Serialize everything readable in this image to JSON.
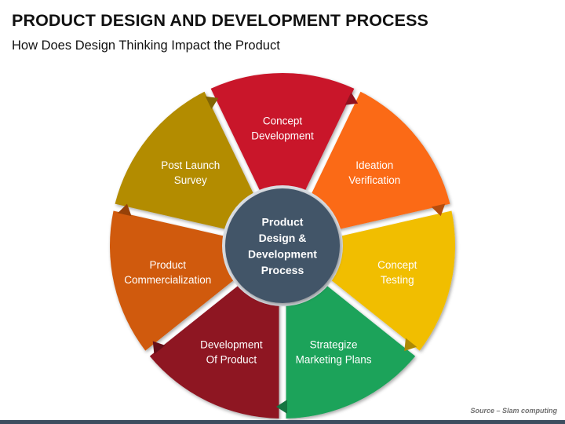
{
  "title": "PRODUCT DESIGN AND DEVELOPMENT PROCESS",
  "subtitle": "How Does Design Thinking Impact the Product",
  "hub": {
    "lines": [
      "Product",
      "Design &",
      "Development",
      "Process"
    ],
    "color": "#435468"
  },
  "segments": [
    {
      "id": "concept-development",
      "lines": [
        "Concept",
        "Development"
      ],
      "color": "#c9182b"
    },
    {
      "id": "ideation-verification",
      "lines": [
        "Ideation",
        "Verification"
      ],
      "color": "#fb6b14"
    },
    {
      "id": "concept-testing",
      "lines": [
        "Concept",
        "Testing"
      ],
      "color": "#f1be06"
    },
    {
      "id": "strategize-marketing-plans",
      "lines": [
        "Strategize",
        "Marketing Plans"
      ],
      "color": "#1da35a"
    },
    {
      "id": "development-of-product",
      "lines": [
        "Development",
        "Of Product"
      ],
      "color": "#8e1523"
    },
    {
      "id": "product-commercialization",
      "lines": [
        "Product",
        "Commercialization"
      ],
      "color": "#d05a0b"
    },
    {
      "id": "post-launch-survey",
      "lines": [
        "Post Launch",
        "Survey"
      ],
      "color": "#b38c06"
    }
  ],
  "source": "Source – Slam computing"
}
